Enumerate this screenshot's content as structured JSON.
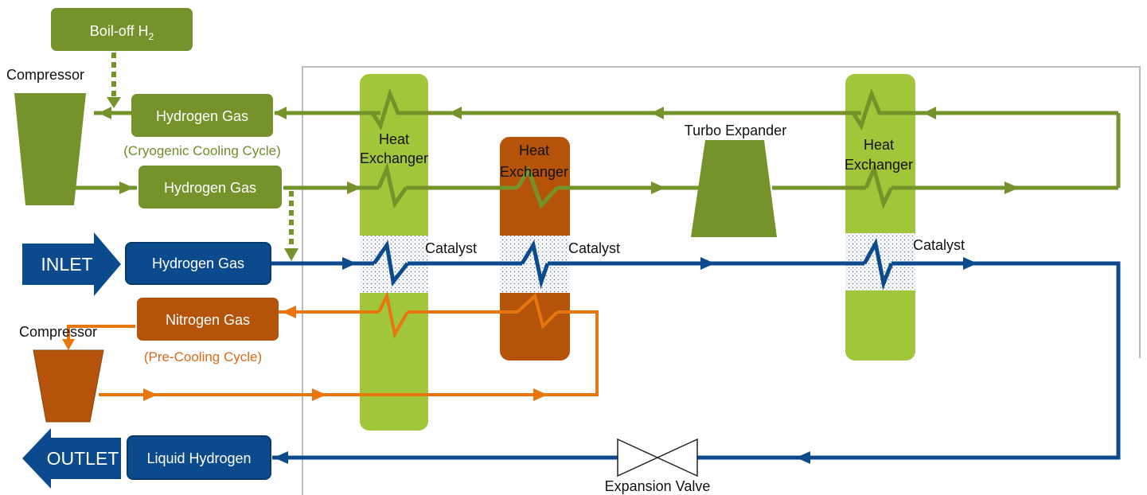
{
  "colors": {
    "green_dark": "#76922a",
    "green_light": "#a2c63a",
    "brown": "#b45309",
    "orange": "#e8760e",
    "blue": "#0b4a8c",
    "boundary": "#bdbdbd"
  },
  "boiloff": {
    "label": "Boil-off H",
    "subscript": "2"
  },
  "compressors": {
    "top_label": "Compressor",
    "bottom_label": "Compressor"
  },
  "boxes": {
    "hydrogen_gas_top": "Hydrogen Gas",
    "hydrogen_gas_mid": "Hydrogen Gas",
    "hydrogen_gas_inlet": "Hydrogen Gas",
    "nitrogen_gas": "Nitrogen Gas",
    "liquid_hydrogen": "Liquid Hydrogen"
  },
  "cycles": {
    "cryogenic": "(Cryogenic Cooling  Cycle)",
    "precooling": "(Pre-Cooling Cycle)"
  },
  "arrows": {
    "inlet": "INLET",
    "outlet": "OUTLET"
  },
  "heat_exchangers": [
    {
      "line1": "Heat",
      "line2": "Exchanger"
    },
    {
      "line1": "Heat",
      "line2": "Exchanger"
    },
    {
      "line1": "Heat",
      "line2": "Exchanger"
    }
  ],
  "catalysts": [
    "Catalyst",
    "Catalyst",
    "Catalyst"
  ],
  "turbo_expander": "Turbo Expander",
  "expansion_valve": "Expansion Valve"
}
